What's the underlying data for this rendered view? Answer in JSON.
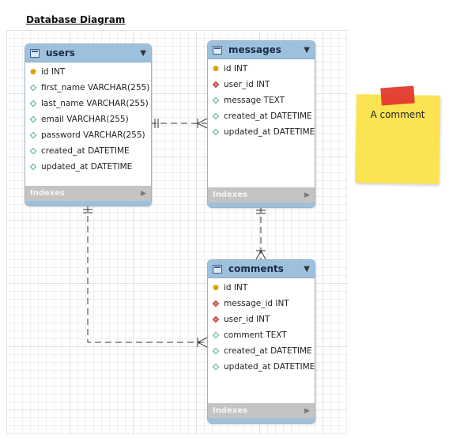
{
  "diagram": {
    "title": "Database Diagram"
  },
  "tables": {
    "users": {
      "name": "users",
      "columns": [
        {
          "text": "id INT",
          "kind": "pk"
        },
        {
          "text": "first_name VARCHAR(255)",
          "kind": "attr"
        },
        {
          "text": "last_name VARCHAR(255)",
          "kind": "attr"
        },
        {
          "text": "email VARCHAR(255)",
          "kind": "attr"
        },
        {
          "text": "password VARCHAR(255)",
          "kind": "attr"
        },
        {
          "text": "created_at DATETIME",
          "kind": "attr"
        },
        {
          "text": "updated_at DATETIME",
          "kind": "attr"
        }
      ],
      "indexes_label": "Indexes"
    },
    "messages": {
      "name": "messages",
      "columns": [
        {
          "text": "id INT",
          "kind": "pk"
        },
        {
          "text": "user_id INT",
          "kind": "fk"
        },
        {
          "text": "message TEXT",
          "kind": "attr"
        },
        {
          "text": "created_at DATETIME",
          "kind": "attr"
        },
        {
          "text": "updated_at DATETIME",
          "kind": "attr"
        }
      ],
      "indexes_label": "Indexes"
    },
    "comments": {
      "name": "comments",
      "columns": [
        {
          "text": "id INT",
          "kind": "pk"
        },
        {
          "text": "message_id INT",
          "kind": "fk"
        },
        {
          "text": "user_id INT",
          "kind": "fk"
        },
        {
          "text": "comment TEXT",
          "kind": "attr"
        },
        {
          "text": "created_at DATETIME",
          "kind": "attr"
        },
        {
          "text": "updated_at DATETIME",
          "kind": "attr"
        }
      ],
      "indexes_label": "Indexes"
    }
  },
  "note": {
    "text": "A comment"
  },
  "icons": {
    "primary_key": "key-icon",
    "foreign_key": "red-diamond-icon",
    "attribute": "teal-diamond-icon",
    "table": "table-icon",
    "expand": "triangle-down-icon",
    "indexes_expand": "triangle-right-icon"
  },
  "colors": {
    "header": "#9dc1dc",
    "indexes_bar": "#c4c4c4",
    "pk_icon": "#d9a400",
    "fk_icon": "#e47a7a",
    "attr_icon": "#49a89b",
    "note": "#fbe451",
    "note_tape": "#e23a2c"
  }
}
